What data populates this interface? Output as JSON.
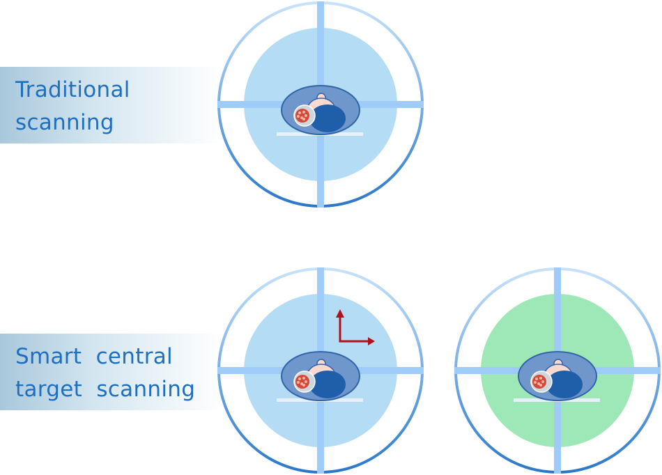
{
  "labels": {
    "traditional": [
      "Traditional",
      "scanning"
    ],
    "smart": [
      "Smart  central",
      "target  scanning"
    ]
  },
  "colors": {
    "ring_gradient_top": "#c7e2fb",
    "ring_gradient_bottom": "#2a78c9",
    "crosshair": "#9ecbf7",
    "field_blue": "#b5dcf5",
    "field_green": "#9ee8b8",
    "bore": "#6f97cc",
    "bore_edge": "#2f64a8",
    "body": "#1f5ea8",
    "head_skin": "#fcd9cf",
    "tumor": "#d44a38",
    "tumor_halo": "#cfd7dc",
    "couch": "#e6f1fb",
    "arrow": "#b0111b",
    "label_text": "#1f6fbf"
  },
  "icons": {
    "direction_arrow": "offset-arrow-icon"
  }
}
